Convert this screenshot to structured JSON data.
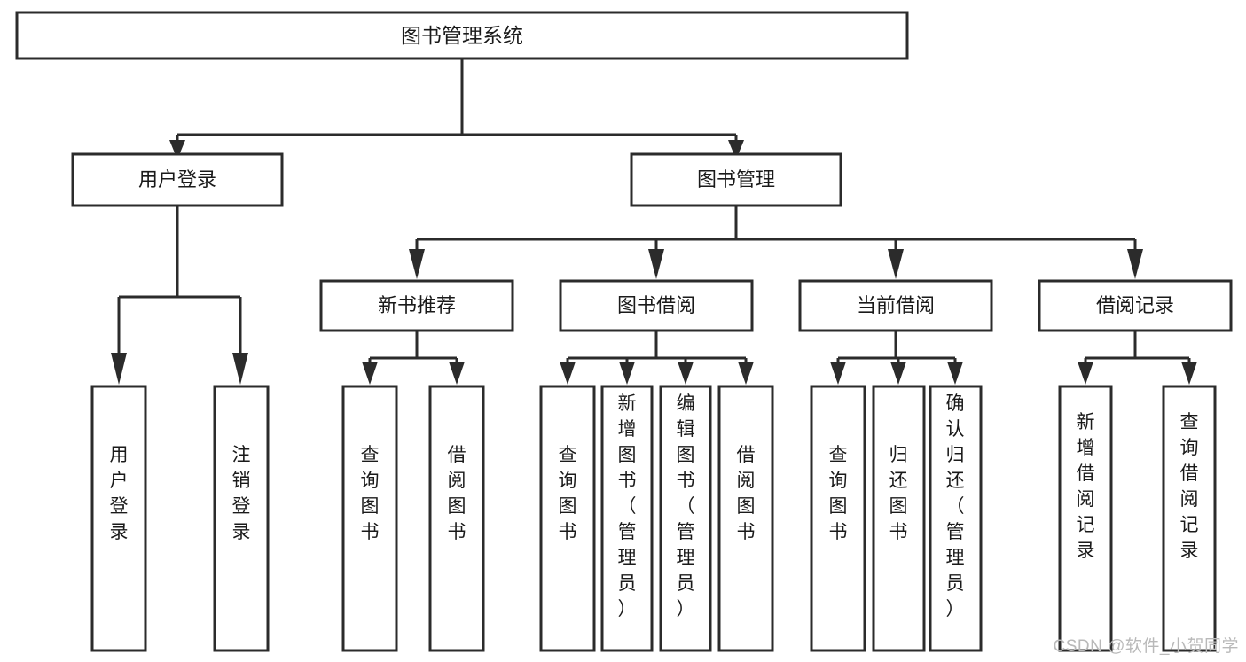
{
  "diagram": {
    "type": "tree-hierarchy-chart",
    "title": "图书管理系统",
    "background_color": "#ffffff",
    "stroke_color": "#2b2b2b",
    "text_color": "#1a1a1a",
    "root": {
      "label": "图书管理系统"
    },
    "level2": [
      {
        "id": "user-login",
        "label": "用户登录"
      },
      {
        "id": "book-management",
        "label": "图书管理"
      }
    ],
    "level3": [
      {
        "id": "new-book-recommend",
        "label": "新书推荐",
        "parent": "book-management"
      },
      {
        "id": "book-borrow",
        "label": "图书借阅",
        "parent": "book-management"
      },
      {
        "id": "current-borrow",
        "label": "当前借阅",
        "parent": "book-management"
      },
      {
        "id": "borrow-record",
        "label": "借阅记录",
        "parent": "book-management"
      }
    ],
    "leaves": [
      {
        "id": "leaf-user-login",
        "label": "用户登录",
        "parent": "user-login"
      },
      {
        "id": "leaf-user-logout",
        "label": "注销登录",
        "parent": "user-login"
      },
      {
        "id": "leaf-query-book-1",
        "label": "查询图书",
        "parent": "new-book-recommend"
      },
      {
        "id": "leaf-borrow-book-1",
        "label": "借阅图书",
        "parent": "new-book-recommend"
      },
      {
        "id": "leaf-query-book-2",
        "label": "查询图书",
        "parent": "book-borrow"
      },
      {
        "id": "leaf-add-book",
        "label": "新增图书（管理员）",
        "parent": "book-borrow"
      },
      {
        "id": "leaf-edit-book",
        "label": "编辑图书（管理员）",
        "parent": "book-borrow"
      },
      {
        "id": "leaf-borrow-book-2",
        "label": "借阅图书",
        "parent": "book-borrow"
      },
      {
        "id": "leaf-query-book-3",
        "label": "查询图书",
        "parent": "current-borrow"
      },
      {
        "id": "leaf-return-book",
        "label": "归还图书",
        "parent": "current-borrow"
      },
      {
        "id": "leaf-confirm-return",
        "label": "确认归还（管理员）",
        "parent": "current-borrow"
      },
      {
        "id": "leaf-add-record",
        "label": "新增借阅记录",
        "parent": "borrow-record"
      },
      {
        "id": "leaf-query-record",
        "label": "查询借阅记录",
        "parent": "borrow-record"
      }
    ],
    "watermark": "CSDN @软件_小贺同学"
  }
}
